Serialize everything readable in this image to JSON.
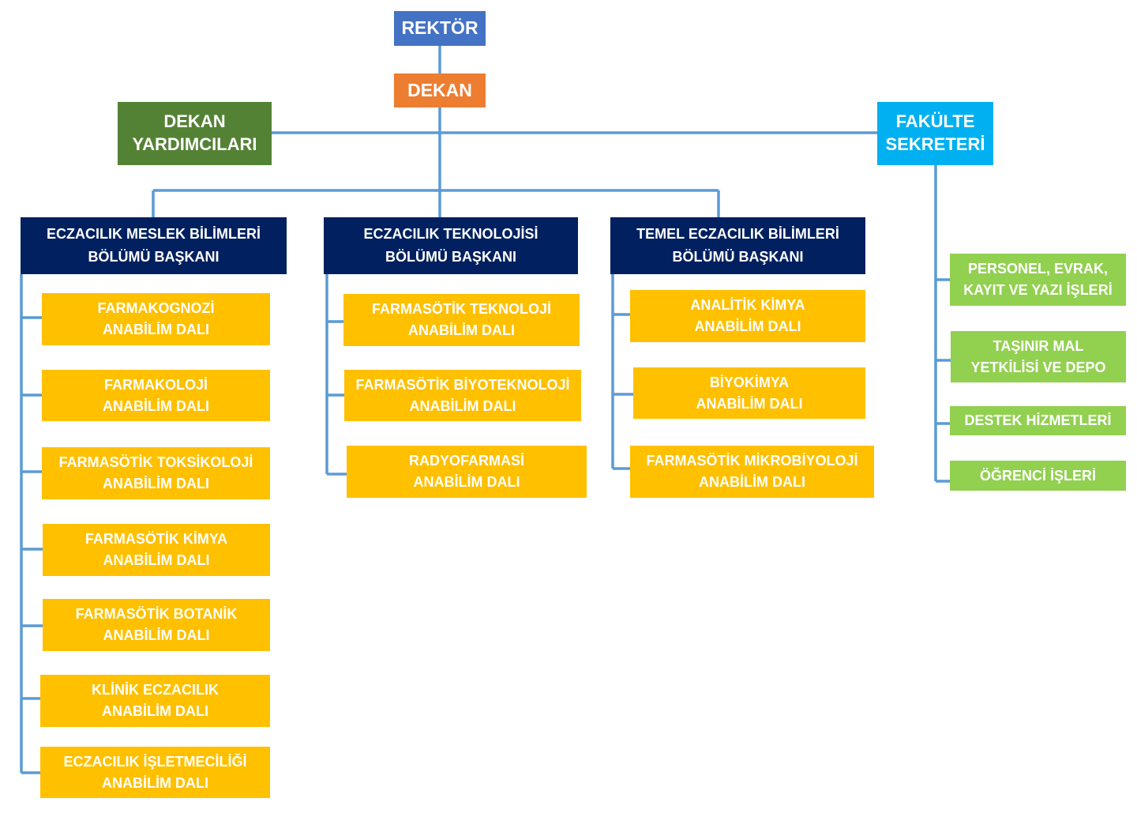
{
  "top": {
    "rector": "REKTÖR",
    "dean": "DEKAN",
    "vice_deans": "DEKAN\nYARDIMCILARI",
    "faculty_secretary": "FAKÜLTE\nSEKRETERİ"
  },
  "departments": [
    {
      "head": "ECZACILIK MESLEK BİLİMLERİ\nBÖLÜMÜ BAŞKANI",
      "divisions": [
        "FARMAKOGNOZİ\nANABİLİM DALI",
        "FARMAKOLOJİ\nANABİLİM DALI",
        "FARMASÖTİK TOKSİKOLOJİ\nANABİLİM DALI",
        "FARMASÖTİK KİMYA\nANABİLİM DALI",
        "FARMASÖTİK BOTANİK\nANABİLİM DALI",
        "KLİNİK ECZACILIK\nANABİLİM DALI",
        "ECZACILIK İŞLETMECİLİĞİ\nANABİLİM DALI"
      ]
    },
    {
      "head": "ECZACILIK TEKNOLOJİSİ\nBÖLÜMÜ BAŞKANI",
      "divisions": [
        "FARMASÖTİK TEKNOLOJİ\nANABİLİM DALI",
        "FARMASÖTİK BİYOTEKNOLOJİ\nANABİLİM DALI",
        "RADYOFARMASİ\nANABİLİM DALI"
      ]
    },
    {
      "head": "TEMEL ECZACILIK BİLİMLERİ\nBÖLÜMÜ BAŞKANI",
      "divisions": [
        "ANALİTİK KİMYA\nANABİLİM DALI",
        "BİYOKİMYA\nANABİLİM DALI",
        "FARMASÖTİK MİKROBİYOLOJİ\nANABİLİM DALI"
      ]
    }
  ],
  "secretariat_units": [
    "PERSONEL, EVRAK,\nKAYIT VE YAZI İŞLERİ",
    "TAŞINIR MAL\nYETKİLİSİ VE DEPO",
    "DESTEK HİZMETLERİ",
    "ÖĞRENCİ İŞLERİ"
  ],
  "colors": {
    "rector": "#4472C4",
    "dean": "#ED7D31",
    "vice_deans": "#548235",
    "faculty_secretary": "#00B0F0",
    "department_head": "#002060",
    "division": "#FFC000",
    "secretariat_unit": "#92D050",
    "connector": "#5B9BD5"
  }
}
